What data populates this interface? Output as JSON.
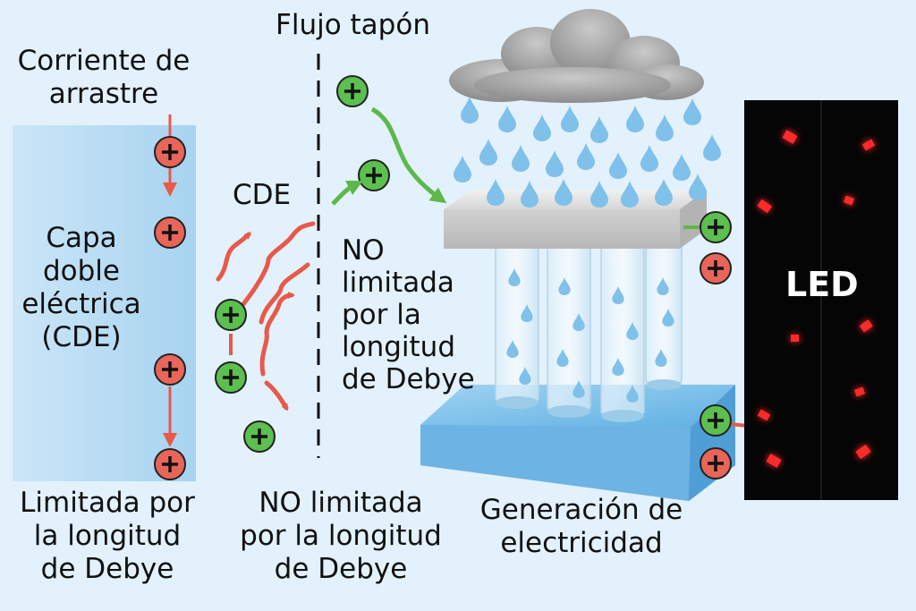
{
  "left_panel": {
    "title_line1": "Corriente de",
    "title_line2": "arrastre",
    "edl_line1": "Capa",
    "edl_line2": "doble",
    "edl_line3": "eléctrica",
    "edl_line4": "(CDE)",
    "caption_line1": "Limitada por",
    "caption_line2": "la longitud",
    "caption_line3": "de Debye"
  },
  "middle_panel": {
    "title": "Flujo tapón",
    "edl_label": "CDE",
    "right_line1": "NO",
    "right_line2": "limitada",
    "right_line3": "por la",
    "right_line4": "longitud",
    "right_line5": "de Debye",
    "caption_line1": "NO limitada",
    "caption_line2": "por la longitud",
    "caption_line3": "de Debye"
  },
  "right_panel": {
    "caption_line1": "Generación de",
    "caption_line2": "electricidad",
    "led_label": "LED"
  },
  "colors": {
    "positive_red": "#e8655a",
    "positive_green": "#5cbf4f",
    "arrow_red": "#e8594a",
    "arrow_green": "#5cb84a",
    "water": "#7fc1ea",
    "led_bg": "#050505",
    "led_glow": "#ff2a2a"
  },
  "icons": {
    "charge": "plus-circle-icon",
    "cloud": "cloud-icon",
    "raindrop": "raindrop-icon"
  }
}
